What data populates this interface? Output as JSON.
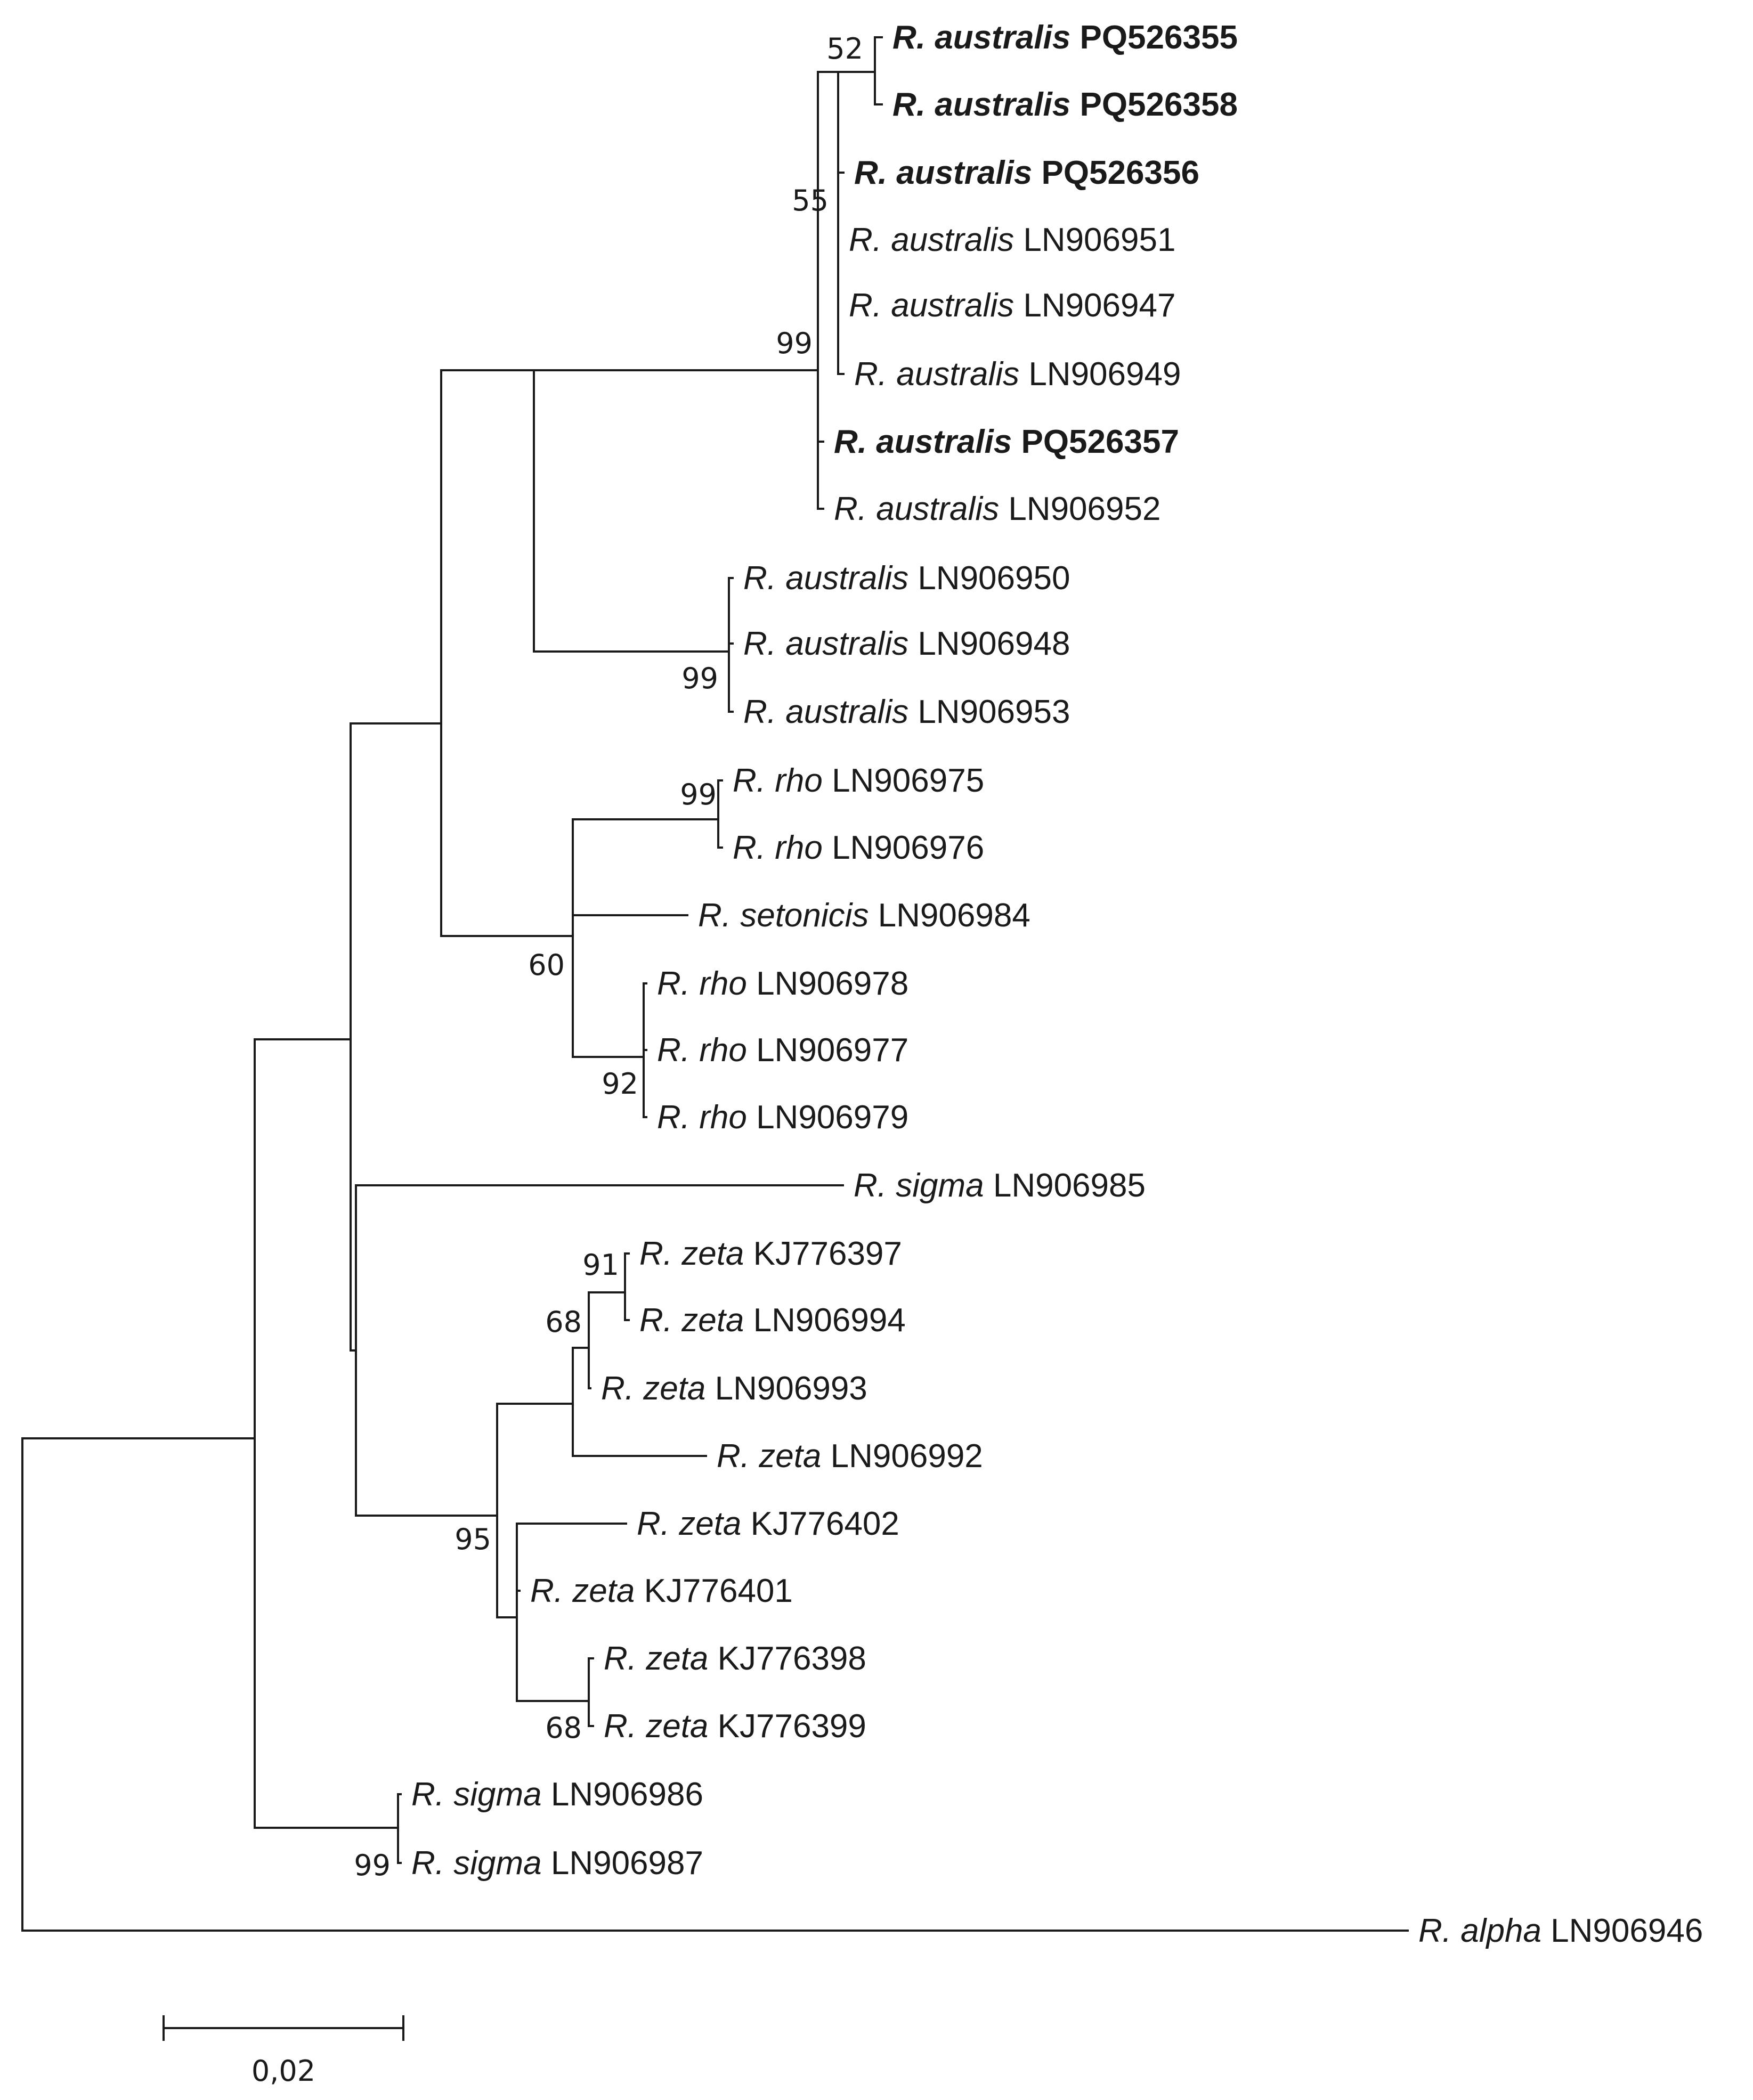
{
  "tree": {
    "leaves": [
      {
        "id": "L1",
        "species": "R. australis",
        "accession": "PQ526355",
        "bold": true
      },
      {
        "id": "L2",
        "species": "R. australis",
        "accession": "PQ526358",
        "bold": true
      },
      {
        "id": "L3",
        "species": "R. australis",
        "accession": "PQ526356",
        "bold": true
      },
      {
        "id": "L4",
        "species": "R. australis",
        "accession": "LN906951",
        "bold": false
      },
      {
        "id": "L5",
        "species": "R. australis",
        "accession": "LN906947",
        "bold": false
      },
      {
        "id": "L6",
        "species": "R. australis",
        "accession": "LN906949",
        "bold": false
      },
      {
        "id": "L7",
        "species": "R. australis",
        "accession": "PQ526357",
        "bold": true
      },
      {
        "id": "L8",
        "species": "R. australis",
        "accession": "LN906952",
        "bold": false
      },
      {
        "id": "L9",
        "species": "R. australis",
        "accession": "LN906950",
        "bold": false
      },
      {
        "id": "L10",
        "species": "R. australis",
        "accession": "LN906948",
        "bold": false
      },
      {
        "id": "L11",
        "species": "R. australis",
        "accession": "LN906953",
        "bold": false
      },
      {
        "id": "L12",
        "species": "R. rho",
        "accession": "LN906975",
        "bold": false
      },
      {
        "id": "L13",
        "species": "R. rho",
        "accession": "LN906976",
        "bold": false
      },
      {
        "id": "L14",
        "species": "R. setonicis",
        "accession": "LN906984",
        "bold": false
      },
      {
        "id": "L15",
        "species": "R. rho",
        "accession": "LN906978",
        "bold": false
      },
      {
        "id": "L16",
        "species": "R. rho",
        "accession": "LN906977",
        "bold": false
      },
      {
        "id": "L17",
        "species": "R. rho",
        "accession": "LN906979",
        "bold": false
      },
      {
        "id": "L18",
        "species": "R. sigma",
        "accession": "LN906985",
        "bold": false
      },
      {
        "id": "L19",
        "species": "R. zeta",
        "accession": "KJ776397",
        "bold": false
      },
      {
        "id": "L20",
        "species": "R. zeta",
        "accession": "LN906994",
        "bold": false
      },
      {
        "id": "L21",
        "species": "R. zeta",
        "accession": "LN906993",
        "bold": false
      },
      {
        "id": "L22",
        "species": "R. zeta",
        "accession": "LN906992",
        "bold": false
      },
      {
        "id": "L23",
        "species": "R. zeta",
        "accession": "KJ776402",
        "bold": false
      },
      {
        "id": "L24",
        "species": "R. zeta",
        "accession": "KJ776401",
        "bold": false
      },
      {
        "id": "L25",
        "species": "R. zeta",
        "accession": "KJ776398",
        "bold": false
      },
      {
        "id": "L26",
        "species": "R. zeta",
        "accession": "KJ776399",
        "bold": false
      },
      {
        "id": "L27",
        "species": "R. sigma",
        "accession": "LN906986",
        "bold": false
      },
      {
        "id": "L28",
        "species": "R. sigma",
        "accession": "LN906987",
        "bold": false
      },
      {
        "id": "L29",
        "species": "R. alpha",
        "accession": "LN906946",
        "bold": false
      }
    ],
    "support_values": {
      "s52": "52",
      "s55": "55",
      "s99_australis_main": "99",
      "s99_australis_sub": "99",
      "s99_rho": "99",
      "s60": "60",
      "s92": "92",
      "s91": "91",
      "s68_zeta_upper": "68",
      "s95": "95",
      "s68_zeta_lower": "68",
      "s99_sigma": "99"
    }
  },
  "scale_bar": {
    "label": "0,02"
  }
}
